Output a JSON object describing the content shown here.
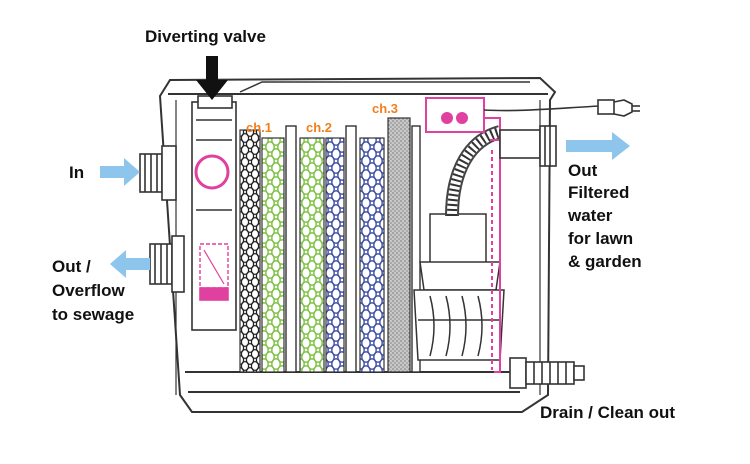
{
  "labels": {
    "diverting_valve": "Diverting valve",
    "inlet": "In",
    "overflow_line1": "Out /",
    "overflow_line2": "Overflow",
    "overflow_line3": "to sewage",
    "filtered_line1": "Out",
    "filtered_line2": "Filtered",
    "filtered_line3": "water",
    "filtered_line4": "for lawn",
    "filtered_line5": "& garden",
    "drain": "Drain / Clean out"
  },
  "chambers": [
    "ch.1",
    "ch.2",
    "ch.3"
  ],
  "colors": {
    "outline": "#333333",
    "arrow_blue": "#8ec5ec",
    "chamber_label": "#f07f1e",
    "green_media": "#7cc242",
    "blue_media": "#3f51a5",
    "grey_media": "#9a9a9a",
    "magenta": "#e040a0",
    "black_media": "#222222"
  }
}
